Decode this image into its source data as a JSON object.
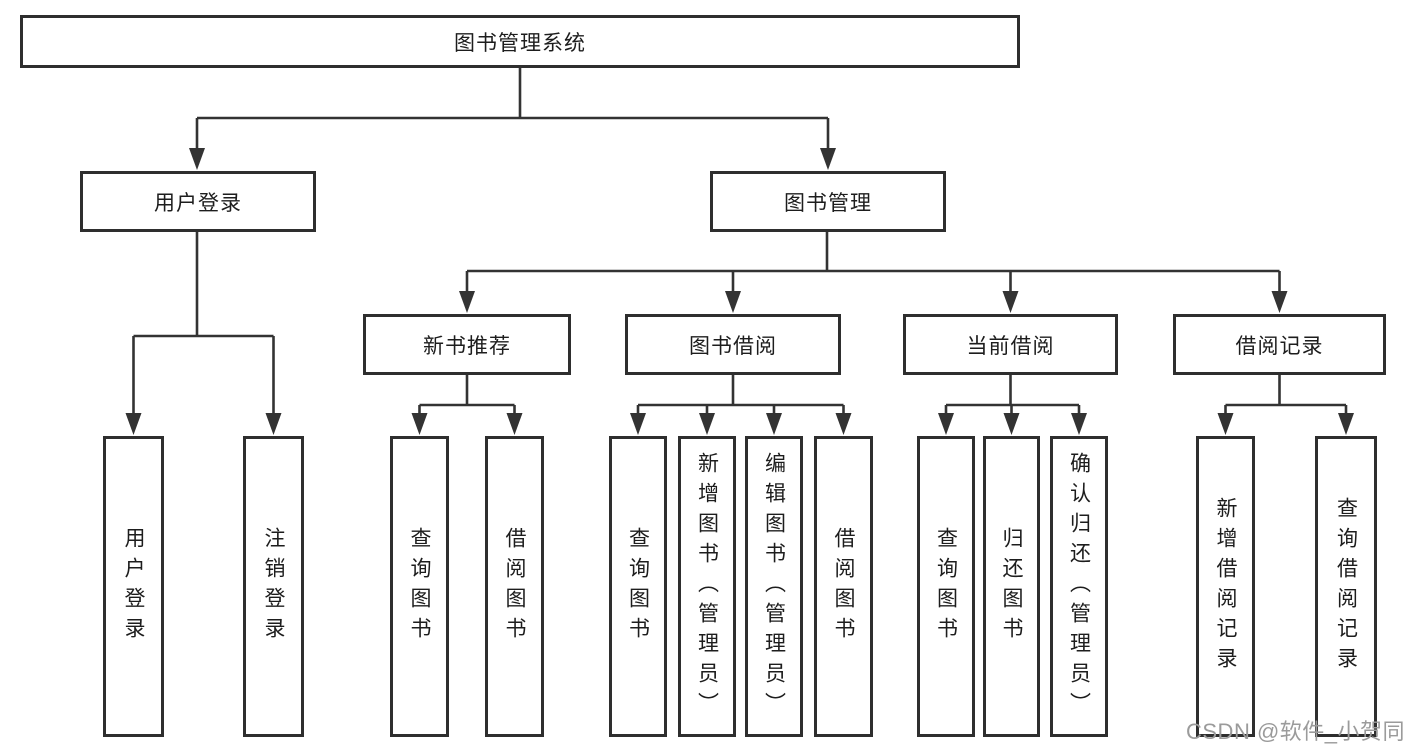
{
  "tree": {
    "label": "图书管理系统",
    "children": [
      {
        "label": "用户登录",
        "children": [
          {
            "label": "用户登录"
          },
          {
            "label": "注销登录"
          }
        ]
      },
      {
        "label": "图书管理",
        "children": [
          {
            "label": "新书推荐",
            "children": [
              {
                "label": "查询图书"
              },
              {
                "label": "借阅图书"
              }
            ]
          },
          {
            "label": "图书借阅",
            "children": [
              {
                "label": "查询图书"
              },
              {
                "label": "新增图书（管理员）"
              },
              {
                "label": "编辑图书（管理员）"
              },
              {
                "label": "借阅图书"
              }
            ]
          },
          {
            "label": "当前借阅",
            "children": [
              {
                "label": "查询图书"
              },
              {
                "label": "归还图书"
              },
              {
                "label": "确认归还（管理员）"
              }
            ]
          },
          {
            "label": "借阅记录",
            "children": [
              {
                "label": "新增借阅记录"
              },
              {
                "label": "查询借阅记录"
              }
            ]
          }
        ]
      }
    ]
  },
  "watermark": {
    "text": "CSDN @软件_小贺同学"
  },
  "colors": {
    "line": "#333333",
    "box_border": "#2e2e2e",
    "text": "#1d1d1d",
    "watermark": "#9b9b9b",
    "background": "#ffffff"
  }
}
